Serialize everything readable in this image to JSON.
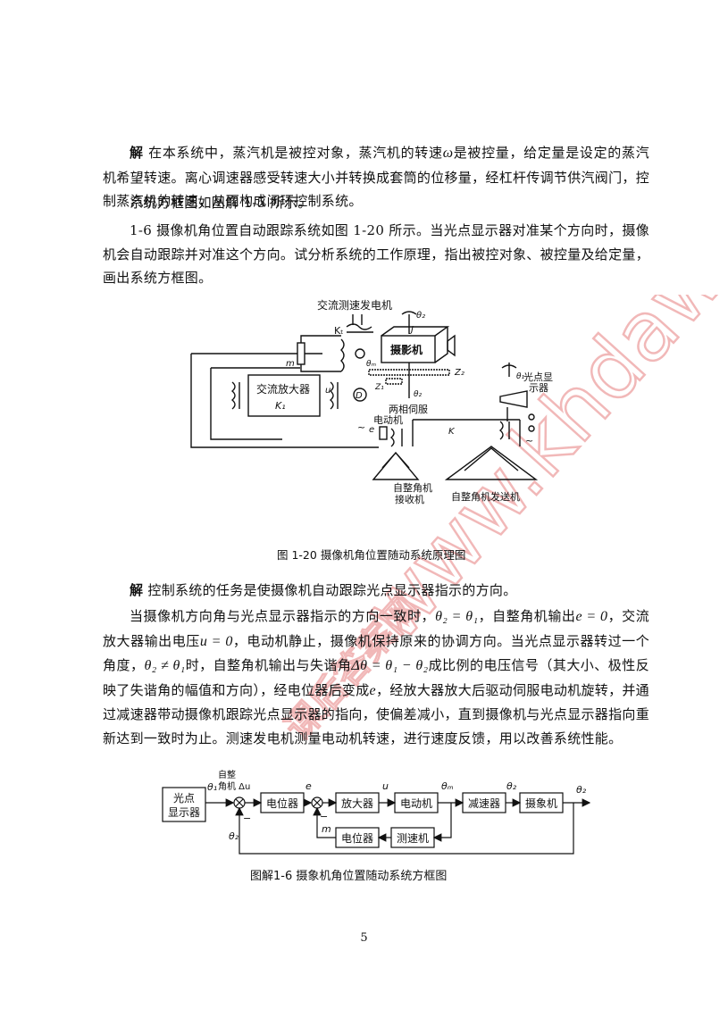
{
  "p1": {
    "label": "解",
    "t1": "在本系统中，蒸汽机是被控对象，蒸汽机的转速",
    "m1": "ω",
    "t2": "是被控量，给定量是设定的蒸汽机希望转速。离心调速器感受转速大小并转换成套筒的位移量，经杠杆传调节供汽阀门，控制蒸汽机的转速，从而构成闭环控制系统。"
  },
  "p2": "系统方框图如图解 1-5 所示。",
  "p3": "1-6  摄像机角位置自动跟踪系统如图 1-20 所示。当光点显示器对准某个方向时，摄像机会自动跟踪并对准这个方向。试分析系统的工作原理，指出被控对象、被控量及给定量，画出系统方框图。",
  "fig1": {
    "caption": "图 1-20    摄像机角位置随动系统原理图",
    "labels": {
      "tacho": "交流测速发电机",
      "kt": "Kₜ",
      "theta2_top": "θ₂",
      "J": "J",
      "camera": "摄影机",
      "m": "m",
      "theta_m": "θₘ",
      "Z2": "Z₂",
      "Z1": "Z₁",
      "D": "D",
      "theta2_mid": "θ₂",
      "amp_line1": "交流放大器",
      "amp_line2": "K₁",
      "u": "u",
      "servo_line1": "两相伺服",
      "servo_line2": "电动机",
      "e": "e",
      "K": "K",
      "theta1": "θ₁",
      "spot_line1": "光点显",
      "spot_line2": "示器",
      "recv_line1": "自整角机",
      "recv_line2": "接收机",
      "sender": "自整角机发送机"
    }
  },
  "p4": {
    "label": "解",
    "text": "控制系统的任务是使摄像机自动跟踪光点显示器指示的方向。"
  },
  "p5": {
    "t1": "当摄像机方向角与光点显示器指示的方向一致时，",
    "m1": "θ₂ = θ₁",
    "t2": "，自整角机输出",
    "m2": "e = 0",
    "t3": "，交流放大器输出电压",
    "m3": "u = 0",
    "t4": "，电动机静止，摄像机保持原来的协调方向。当光点显示器转过一个角度，",
    "m4": "θ₂ ≠ θ₁",
    "t5": "时，自整角机输出与失谐角",
    "m5": "Δθ = θ₁ − θ₂",
    "t6": "成比例的电压信号（其大小、极性反映了失谐角的幅值和方向），经电位器后变成",
    "m6": "e",
    "t7": "，经放大器放大后驱动伺服电动机旋转，并通过减速器带动摄像机跟踪光点显示器的指向，使偏差减小，直到摄像机与光点显示器指向重新达到一致时为止。测速发电机测量电动机转速，进行速度反馈，用以改善系统性能。"
  },
  "fig2": {
    "caption": "图解1-6    摄象机角位置随动系统方框图",
    "blocks": {
      "spot_line1": "光点",
      "spot_line2": "显示器",
      "pot1": "电位器",
      "amp": "放大器",
      "motor": "电动机",
      "reducer": "减速器",
      "camera": "摄象机",
      "pot2": "电位器",
      "tacho": "测速机"
    },
    "labels": {
      "theta1": "θ₁",
      "selsyn_line1": "自整",
      "selsyn_line2": "角机 Δu",
      "e": "e",
      "u": "u",
      "theta_m": "θₘ",
      "theta2_mid": "θ₂",
      "theta2_out": "θ₂",
      "minus1": "−",
      "theta2_fb": "θ₂",
      "minus2": "−",
      "m": "m"
    }
  },
  "watermark": {
    "text1": "课后答案网",
    "text2": "www.khdaw.com"
  },
  "page_number": "5"
}
